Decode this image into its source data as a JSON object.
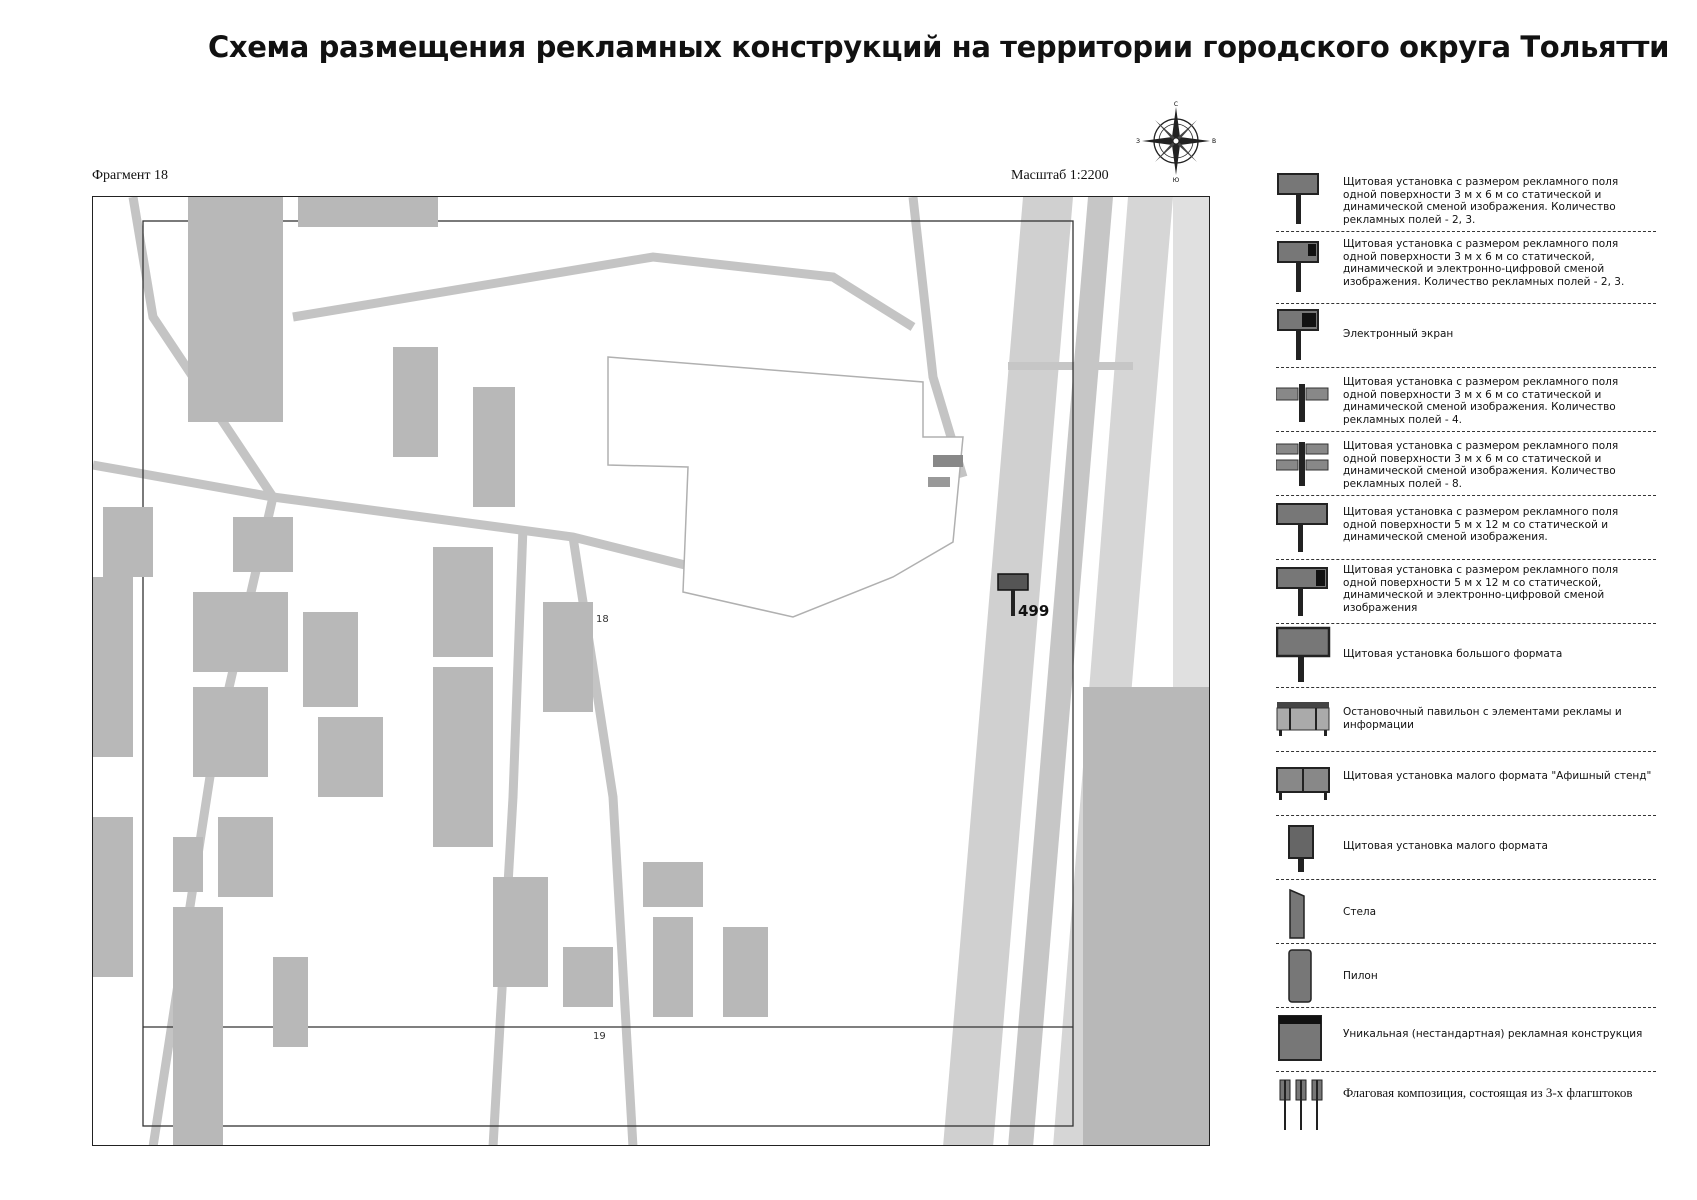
{
  "header": {
    "title": "Схема размещения рекламных конструкций на территории городского округа Тольятти",
    "fragment": "Фрагмент 18",
    "scale": "Масштаб 1:2200"
  },
  "compass": {
    "north": "С",
    "south": "Ю",
    "west": "З",
    "east": "В"
  },
  "map": {
    "marker_number": "499",
    "block_labels": [
      "18",
      "19"
    ],
    "colors": {
      "buildings": "#b8b8b8",
      "roads": "#c8c8c8",
      "frame": "#222222"
    }
  },
  "legend": {
    "items": [
      {
        "icon": "billboard-3x6-icon",
        "text": "Щитовая установка с размером рекламного поля одной поверхности 3 м х 6 м со статической и динамической сменой изображения. Количество рекламных полей - 2, 3."
      },
      {
        "icon": "billboard-3x6-digital-icon",
        "text": "Щитовая установка с размером рекламного поля одной поверхности 3 м х 6 м со статической, динамической и электронно-цифровой сменой изображения. Количество рекламных полей - 2, 3."
      },
      {
        "icon": "electronic-screen-icon",
        "text": "Электронный экран"
      },
      {
        "icon": "billboard-4-fields-icon",
        "text": "Щитовая установка с размером рекламного поля одной поверхности 3 м х 6 м со статической и динамической сменой изображения. Количество рекламных полей - 4."
      },
      {
        "icon": "billboard-8-fields-icon",
        "text": "Щитовая установка с размером рекламного поля одной поверхности 3 м х 6 м со статической и динамической сменой изображения. Количество рекламных полей - 8."
      },
      {
        "icon": "billboard-5x12-icon",
        "text": "Щитовая установка с размером рекламного поля одной поверхности 5 м х 12 м со статической и динамической сменой изображения."
      },
      {
        "icon": "billboard-5x12-digital-icon",
        "text": "Щитовая установка с размером рекламного поля одной поверхности 5 м х 12 м со статической, динамической и электронно-цифровой сменой изображения"
      },
      {
        "icon": "large-format-billboard-icon",
        "text": "Щитовая установка большого формата"
      },
      {
        "icon": "bus-stop-pavilion-icon",
        "text": "Остановочный павильон с элементами рекламы и информации"
      },
      {
        "icon": "poster-stand-icon",
        "text": "Щитовая установка малого формата \"Афишный стенд\""
      },
      {
        "icon": "small-format-billboard-icon",
        "text": "Щитовая установка малого формата"
      },
      {
        "icon": "stele-icon",
        "text": "Стела"
      },
      {
        "icon": "pylon-icon",
        "text": "Пилон"
      },
      {
        "icon": "unique-structure-icon",
        "text": "Уникальная (нестандартная) рекламная конструкция"
      },
      {
        "icon": "flag-composition-icon",
        "text": "Флаговая композиция, состоящая из 3-х флагштоков"
      }
    ]
  }
}
